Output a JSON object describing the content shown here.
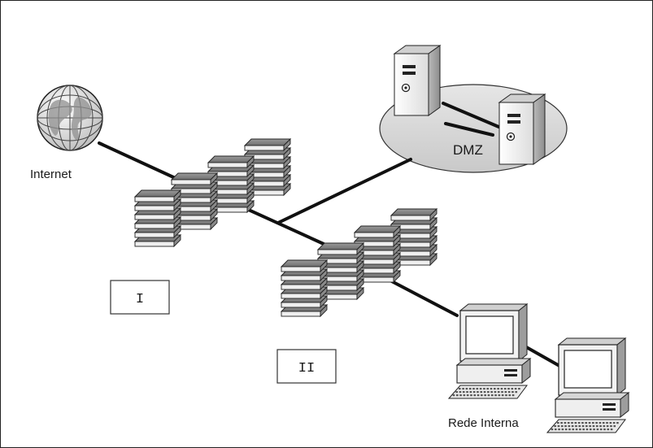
{
  "labels": {
    "internet": "Internet",
    "dmz": "DMZ",
    "internal_network": "Rede Interna",
    "firewall_1": "I",
    "firewall_2": "II"
  }
}
